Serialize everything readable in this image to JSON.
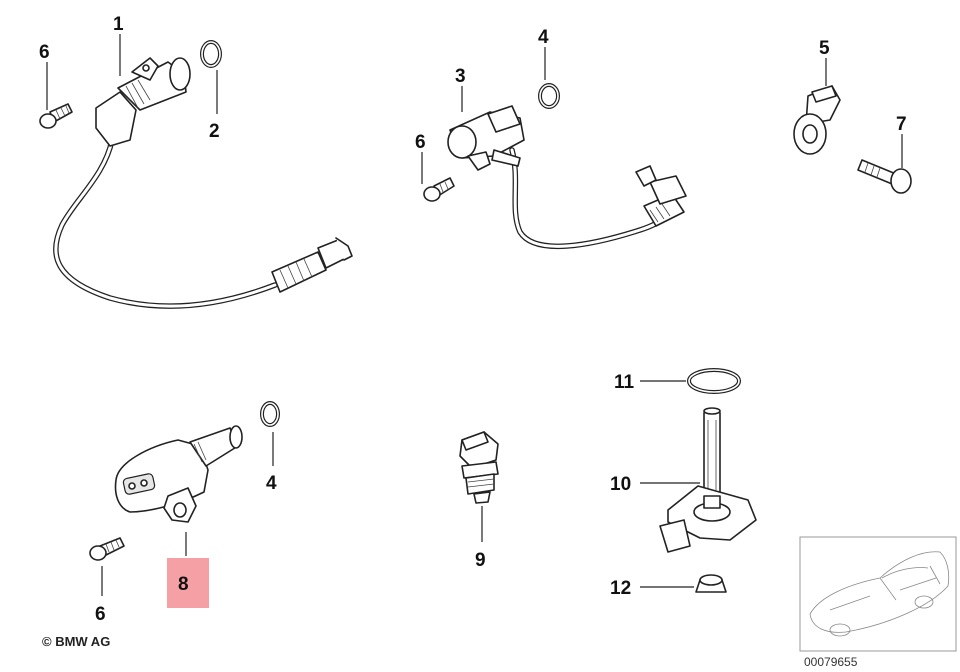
{
  "callouts": {
    "c1": "1",
    "c2": "2",
    "c3": "3",
    "c4a": "4",
    "c4b": "4",
    "c5": "5",
    "c6a": "6",
    "c6b": "6",
    "c6c": "6",
    "c7": "7",
    "c8": "8",
    "c9": "9",
    "c10": "10",
    "c11": "11",
    "c12": "12"
  },
  "highlight_color": "#f4a0a4",
  "copyright": "© BMW AG",
  "reference_number": "00079655"
}
